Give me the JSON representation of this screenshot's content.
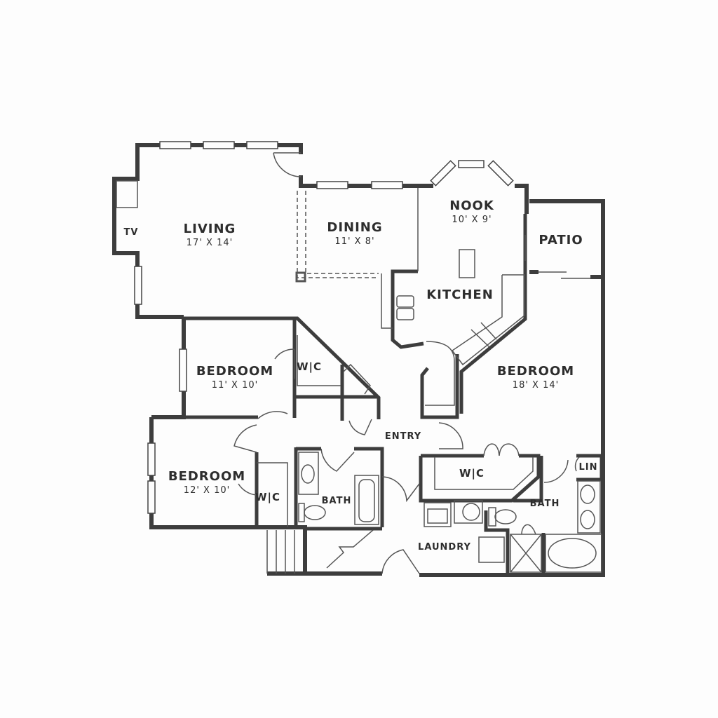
{
  "rooms": {
    "living": {
      "name": "LIVING",
      "dims": "17' X 14'"
    },
    "dining": {
      "name": "DINING",
      "dims": "11' X 8'"
    },
    "nook": {
      "name": "NOOK",
      "dims": "10' X 9'"
    },
    "kitchen": {
      "name": "KITCHEN"
    },
    "patio": {
      "name": "PATIO"
    },
    "tv": {
      "name": "TV"
    },
    "bedroom1": {
      "name": "BEDROOM",
      "dims": "11' X 10'"
    },
    "bedroom2": {
      "name": "BEDROOM",
      "dims": "12' X 10'"
    },
    "bedroom3": {
      "name": "BEDROOM",
      "dims": "18' X 14'"
    },
    "wic1": {
      "name": "W|C"
    },
    "wic2": {
      "name": "W|C"
    },
    "wic3": {
      "name": "W|C"
    },
    "bath1": {
      "name": "BATH"
    },
    "bath2": {
      "name": "BATH"
    },
    "entry": {
      "name": "ENTRY"
    },
    "laundry": {
      "name": "LAUNDRY"
    },
    "lin": {
      "name": "LIN"
    }
  },
  "colors": {
    "wall": "#3d3d3d",
    "line": "#555555",
    "background": "#fdfdfd"
  }
}
